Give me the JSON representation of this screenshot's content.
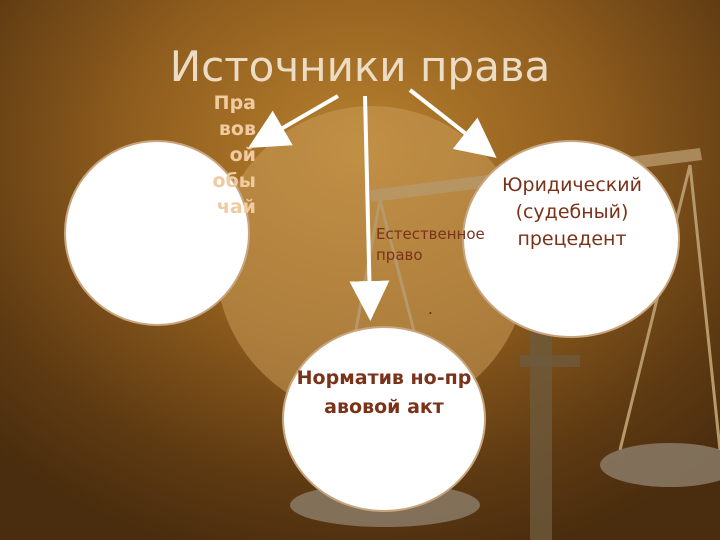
{
  "slide": {
    "title": "Источники права",
    "sources": {
      "custom": "Правовой обычай",
      "precedent": "Юридический (судебный) прецедент",
      "natural_law": "Естественное право",
      "natural_law_mark": ".",
      "normative_act": "Норматив но-правовой акт"
    }
  },
  "colors": {
    "background": "#8f5d1e",
    "title": "#ecdcc4",
    "circle_fill": "#ffffff",
    "label_dark": "#7a3218",
    "label_light": "#f0cba0"
  }
}
